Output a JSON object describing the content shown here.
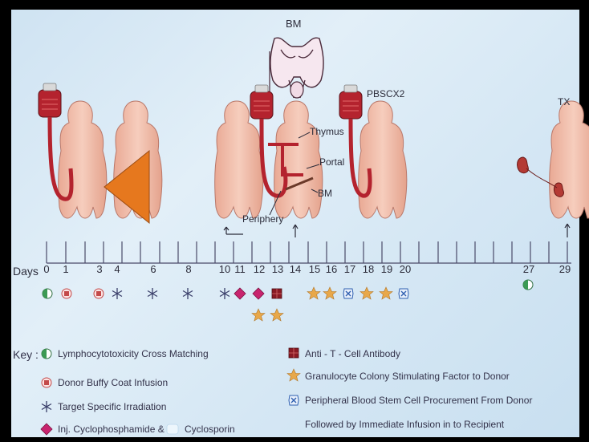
{
  "labels": {
    "bm_top": "BM",
    "pbscx2": "PBSCX2",
    "tx": "TX",
    "thymus": "Thymus",
    "portal": "Portal",
    "bm_inner": "BM",
    "periphery": "Periphery"
  },
  "timeline": {
    "days_label": "Days",
    "days": [
      "0",
      "1",
      "3",
      "4",
      "6",
      "8",
      "10",
      "11",
      "12",
      "13",
      "14",
      "15",
      "16",
      "17",
      "18",
      "19",
      "20",
      "27",
      "29"
    ]
  },
  "key": {
    "title": "Key :",
    "items": [
      {
        "icon": "half-circle-icon",
        "label": "Lymphocytotoxicity Cross Matching"
      },
      {
        "icon": "buffy-coat-icon",
        "label": "Donor Buffy Coat Infusion"
      },
      {
        "icon": "asterisk-icon",
        "label": "Target Specific Irradiation"
      },
      {
        "icon": "diamond-icon",
        "label": "Inj. Cyclophosphamide &"
      },
      {
        "icon": "cyclosporin-icon",
        "label": "Cyclosporin"
      },
      {
        "icon": "square-icon",
        "label": "Anti - T - Cell Antibody"
      },
      {
        "icon": "star-icon",
        "label": "Granulocyte Colony Stimulating Factor to Donor"
      },
      {
        "icon": "pbsc-icon",
        "label": "Peripheral Blood Stem Cell Procurement From Donor"
      },
      {
        "icon": "",
        "label": "Followed by Immediate Infusion in to Recipient"
      }
    ]
  },
  "colors": {
    "panel": "#d6e8f5",
    "blood": "#b4232e",
    "skin": "#f2c2b0",
    "orange_triangle": "#e6781e",
    "star": "#e8a84a",
    "diamond": "#c8246e",
    "green": "#3c9a54"
  }
}
